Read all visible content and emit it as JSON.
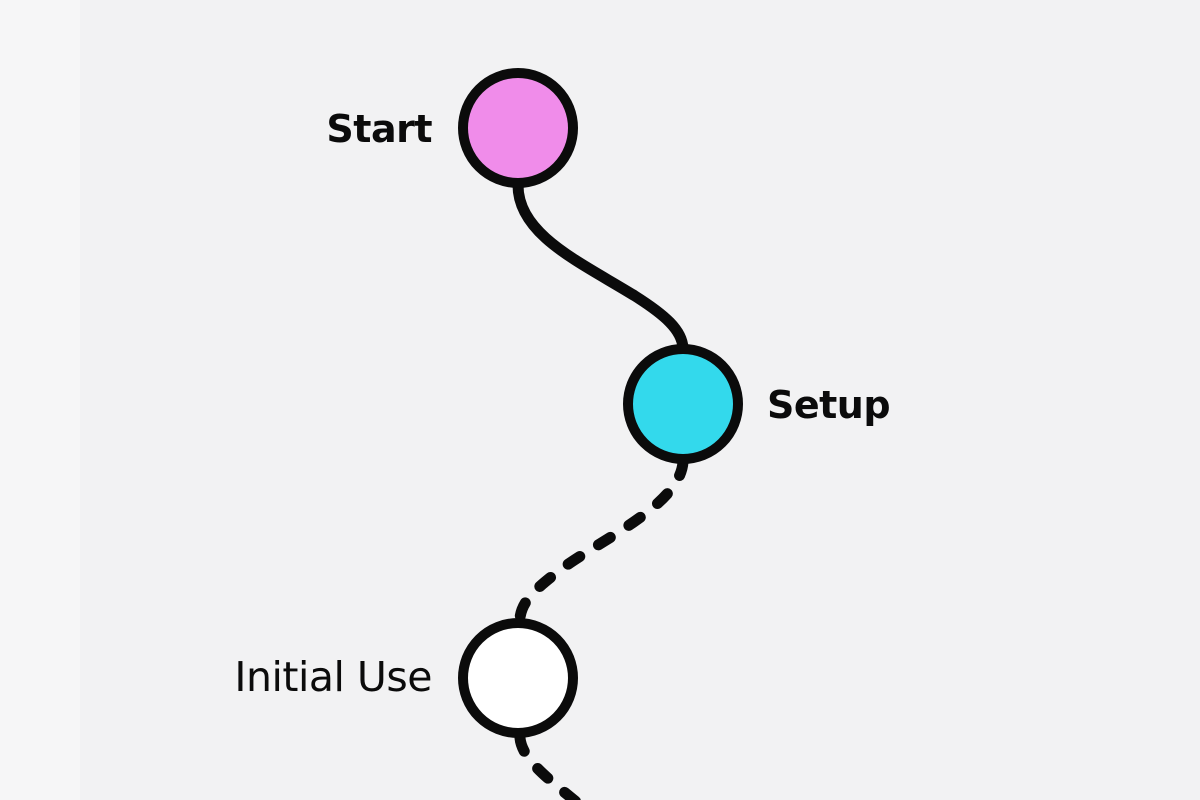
{
  "steps": [
    {
      "label": "Start",
      "fill": "#f08cea",
      "status": "completed"
    },
    {
      "label": "Setup",
      "fill": "#33d9ec",
      "status": "current"
    },
    {
      "label": "Initial Use",
      "fill": "#ffffff",
      "status": "upcoming"
    }
  ],
  "colors": {
    "background": "#f2f2f3",
    "stroke": "#0b0b0b"
  }
}
